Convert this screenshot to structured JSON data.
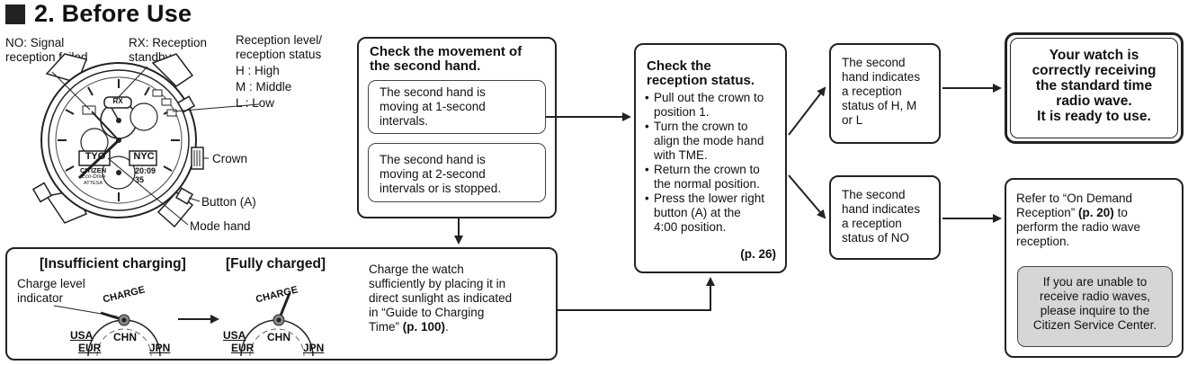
{
  "title": "2. Before Use",
  "watch_labels": {
    "no": "NO: Signal\nreception failed",
    "rx": "RX: Reception\nstandby",
    "level_title": "Reception level/\nreception status",
    "h": "H  : High",
    "m": "M  : Middle",
    "l": "L   : Low",
    "crown": "Crown",
    "button_a": "Button (A)",
    "mode_hand": "Mode hand"
  },
  "dial_text": {
    "brand": "CITIZEN",
    "sub1": "Eco-Drive",
    "sub2": "ATTESA",
    "tyo": "TYO",
    "nyc": "NYC",
    "time1": "20:09",
    "time2": "35",
    "rx": "RX",
    "charge": "CHARGE",
    "usa": "USA",
    "eur": "EUR",
    "chn": "CHN",
    "jpn": "JPN"
  },
  "check_movement": {
    "heading": "Check the movement of\nthe second hand.",
    "opt1": "The second hand is\nmoving at 1-second\nintervals.",
    "opt2": "The second hand is\nmoving at 2-second\nintervals or is stopped."
  },
  "charging": {
    "insufficient": "[Insufficient charging]",
    "full": "[Fully charged]",
    "indicator": "Charge level\nindicator",
    "text_pre": "Charge the watch\nsufficiently by placing it in\ndirect sunlight as indicated\nin “Guide to Charging\nTime” ",
    "text_ref": "(p. 100)",
    "text_post": "."
  },
  "reception_status": {
    "heading": "Check the\nreception status.",
    "steps": [
      "Pull out the crown to\nposition 1.",
      "Turn the crown to\nalign the mode hand\nwith TME.",
      "Return the crown to\nthe normal position.",
      "Press the lower right\nbutton (A) at the\n4:00 position."
    ],
    "ref": "(p. 26)"
  },
  "result_hml": "The second\nhand indicates\na reception\nstatus of H, M\nor L",
  "result_no": "The second\nhand indicates\na reception\nstatus of NO",
  "ready": "Your watch is\ncorrectly receiving\nthe standard time\nradio wave.\nIt is ready to use.",
  "on_demand": {
    "pre": "Refer to “On Demand\nReception” ",
    "ref": "(p. 20)",
    "post": " to\nperform the radio wave\nreception."
  },
  "service": "If you are unable to\nreceive radio waves,\nplease inquire to the\nCitizen Service Center."
}
